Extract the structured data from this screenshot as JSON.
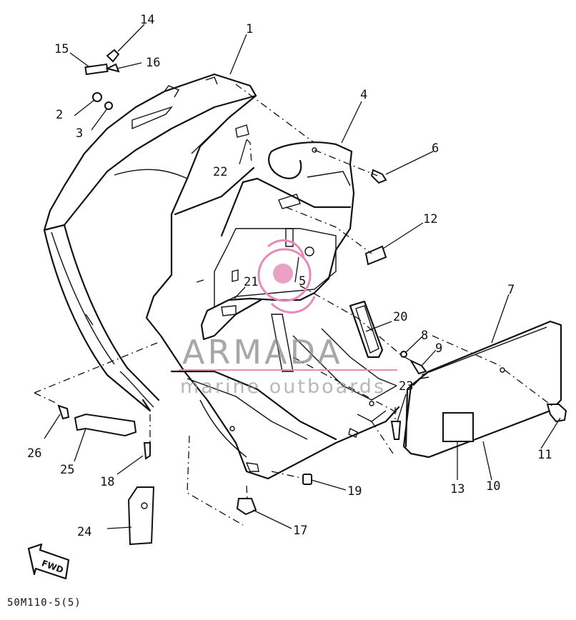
{
  "diagram": {
    "drawing_code": "50M110-5(5)",
    "forward_label": "FWD",
    "watermark": {
      "main": "ARMADA",
      "sub": "marine outboards",
      "accent_color": "#e68ab8"
    },
    "callouts": [
      "1",
      "2",
      "3",
      "4",
      "5",
      "6",
      "7",
      "8",
      "9",
      "10",
      "11",
      "12",
      "13",
      "14",
      "15",
      "16",
      "17",
      "18",
      "19",
      "20",
      "21",
      "22",
      "23",
      "24",
      "25",
      "26"
    ]
  }
}
